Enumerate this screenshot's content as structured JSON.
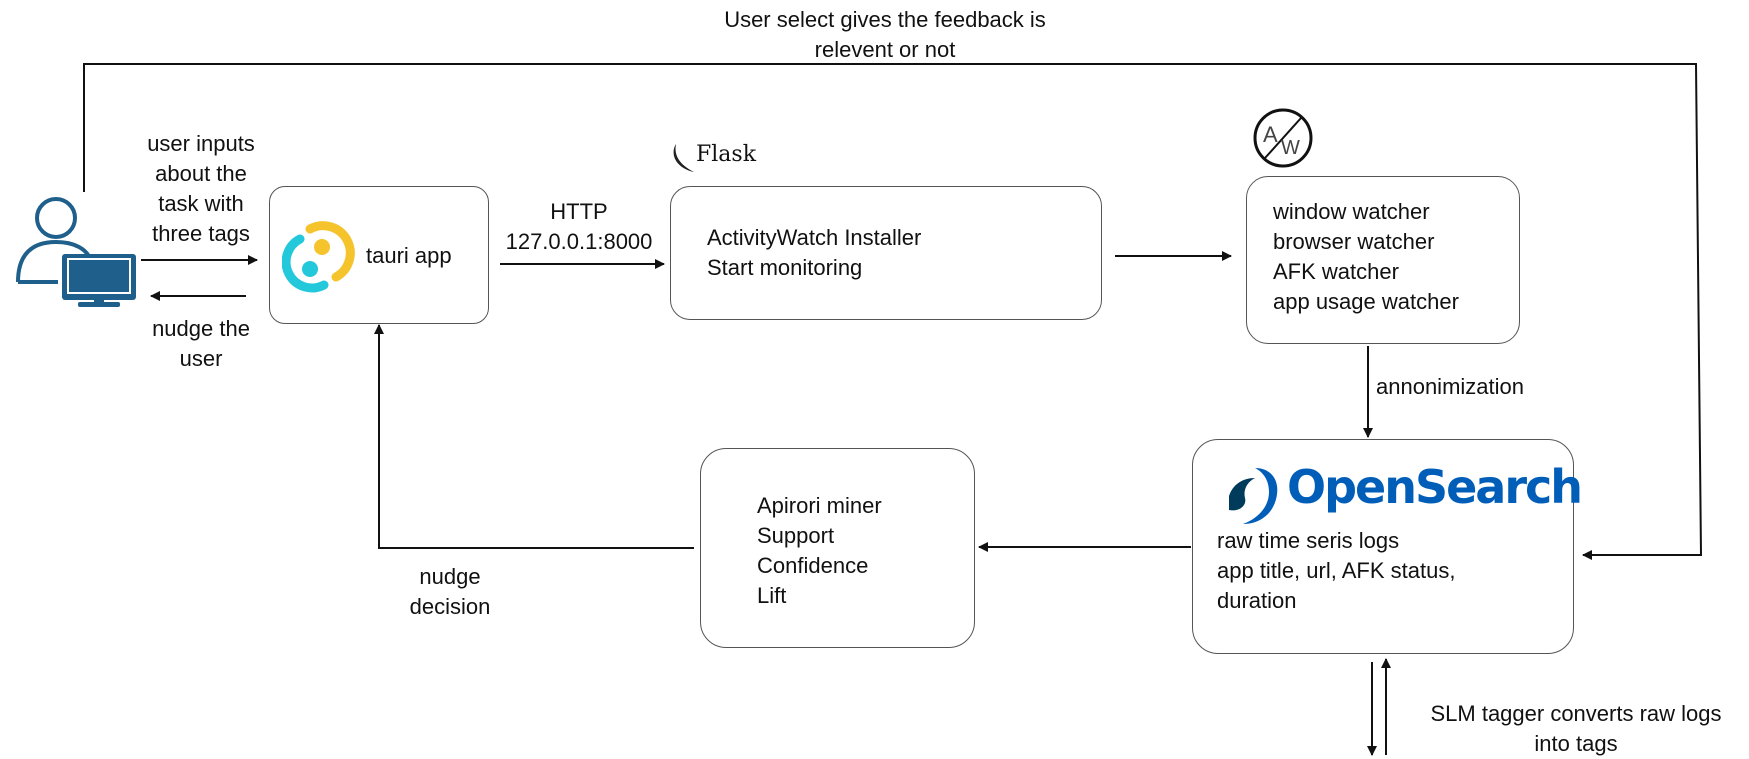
{
  "feedback_label": [
    "User select gives the feedback is",
    "relevent or not"
  ],
  "user_inputs_label": [
    "user inputs",
    "about the",
    "task with",
    "three tags"
  ],
  "nudge_user_label": [
    "nudge the",
    "user"
  ],
  "tauri": {
    "label": "tauri app"
  },
  "http_label": [
    "HTTP",
    "127.0.0.1:8000"
  ],
  "flask_logo_text": "Flask",
  "activitywatch_box": [
    "ActivityWatch Installer",
    "Start monitoring"
  ],
  "aw_logo_text": "AW",
  "watchers_box": [
    "window watcher",
    "browser watcher",
    "AFK watcher",
    "app usage watcher"
  ],
  "anonymization_label": "annonimization",
  "opensearch": {
    "logo_text": "OpenSearch",
    "lines": [
      "raw time seris logs",
      "app title, url, AFK status,",
      "duration"
    ]
  },
  "apriori_box": [
    "Apirori miner",
    "Support",
    "Confidence",
    "Lift"
  ],
  "nudge_decision_label": [
    "nudge",
    "decision"
  ],
  "slm_label": [
    "SLM tagger converts raw logs",
    "into tags"
  ],
  "colors": {
    "tauri_yellow": "#F5C42C",
    "tauri_cyan": "#24C8DB",
    "opensearch_blue": "#005EB8",
    "user_blue": "#1E5F8B",
    "arrow": "#111111"
  }
}
